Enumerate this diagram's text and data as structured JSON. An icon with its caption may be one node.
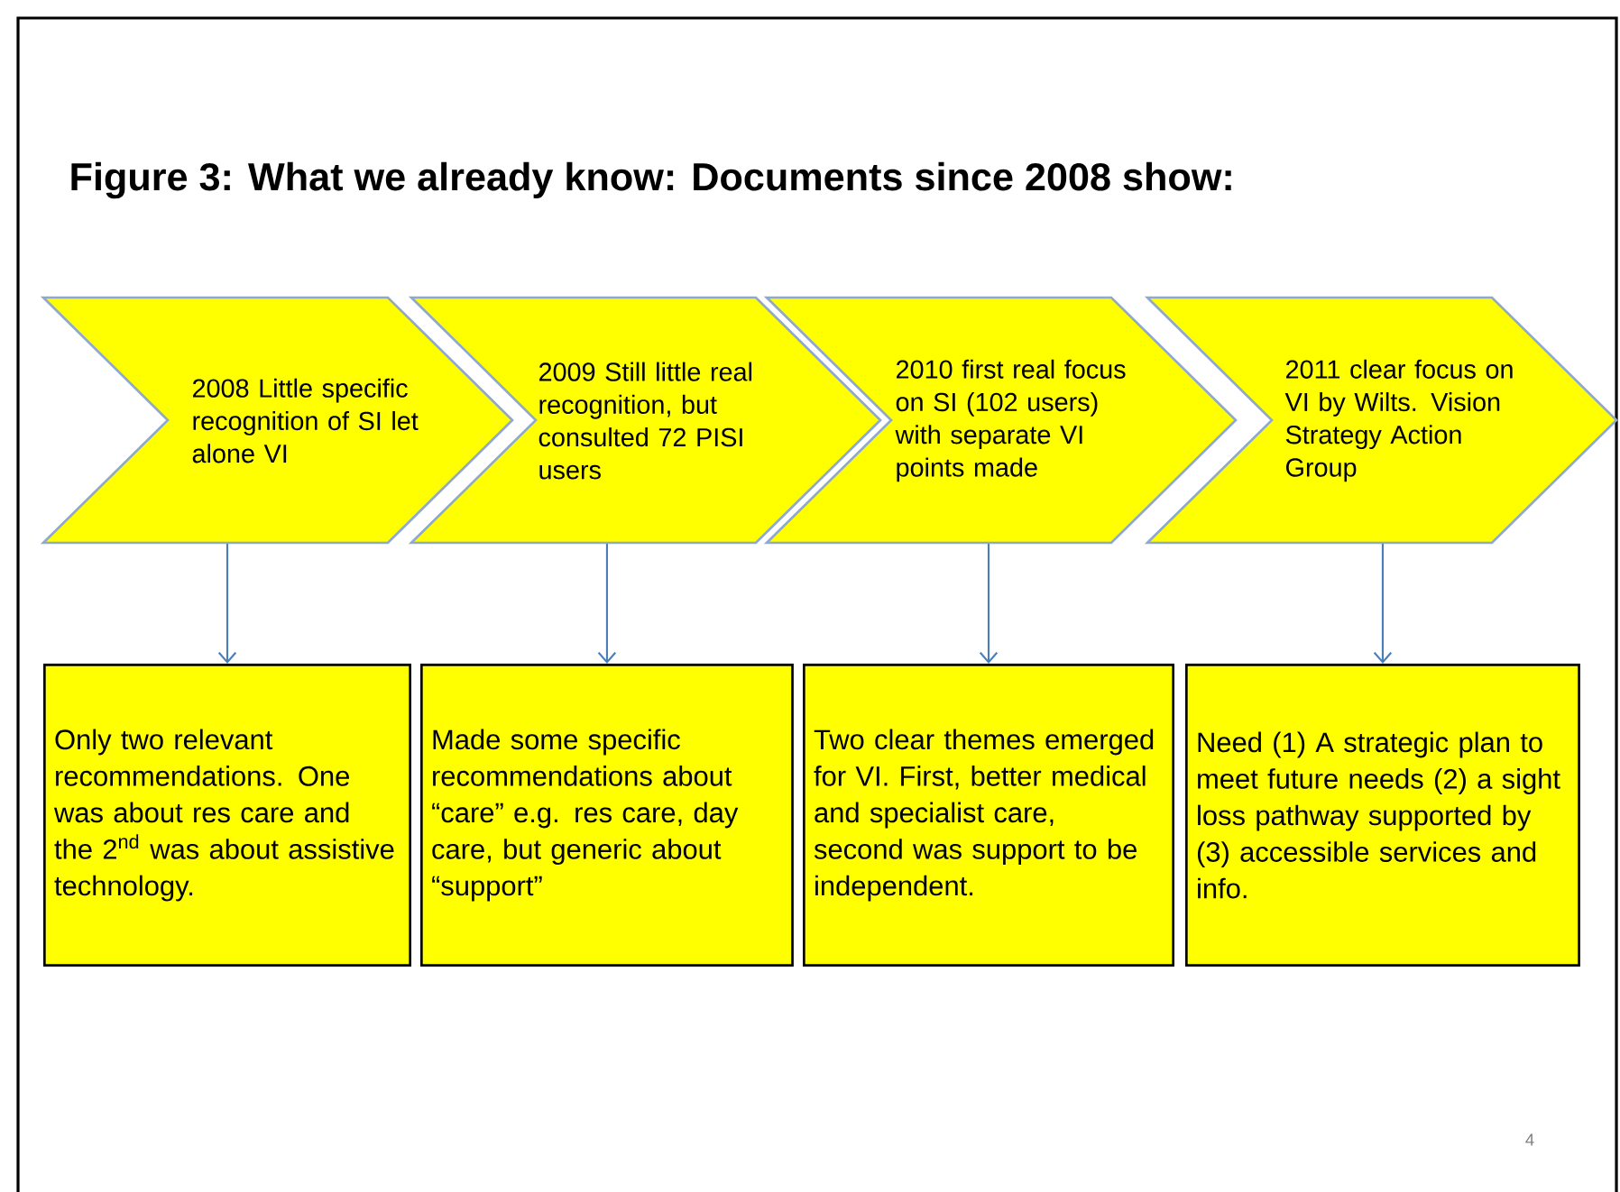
{
  "diagram": {
    "title": "Figure 3: What we already know: Documents since 2008 show:",
    "nodes": [
      {
        "text": [
          "2008 Little specific recognition of SI let alone VI"
        ]
      },
      {
        "text": [
          "2009 Still little real recognition, but consulted 72 PISI users"
        ]
      },
      {
        "text": [
          "2010 first real focus on SI (102 users) with separate VI points made"
        ]
      },
      {
        "text": [
          "2011 clear focus on VI by Wilts. Vision Strategy Action Group"
        ]
      },
      {
        "text": [
          "Only two relevant recommendations. One was about res care and the 2$^{nd}$ was about assistive technology."
        ]
      },
      {
        "text": [
          "Made some specific recommendations about “care” e.g. res care, day care, but generic about “support”"
        ]
      },
      {
        "text": [
          "Two clear themes emerged for VI. First, better medical and specialist care, second was support to be independent."
        ]
      },
      {
        "text": [
          "Need (1) A strategic plan to meet future needs (2) a sight loss pathway supported by (3) accessible services and info."
        ]
      }
    ],
    "edges": [
      {
        "from": 0,
        "to": 4,
        "arrow": "to"
      },
      {
        "from": 1,
        "to": 5,
        "arrow": "to"
      },
      {
        "from": 2,
        "to": 6,
        "arrow": "to"
      },
      {
        "from": 3,
        "to": 7,
        "arrow": "to"
      }
    ],
    "labels": [
      "4"
    ]
  }
}
